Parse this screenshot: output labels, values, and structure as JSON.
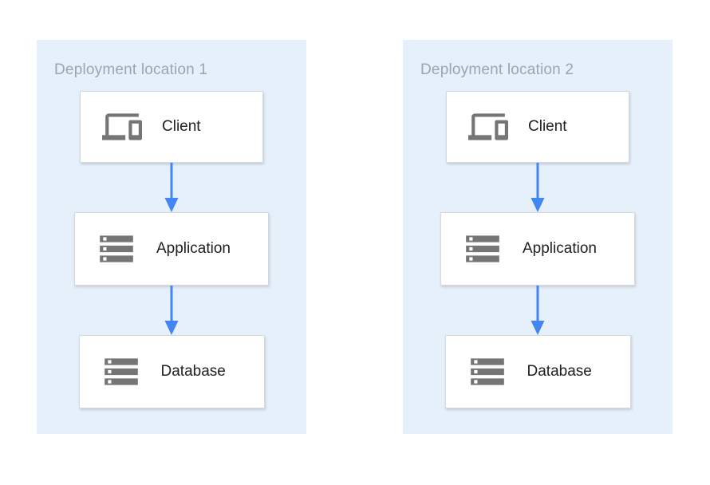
{
  "diagram": {
    "type": "architecture-flow",
    "colors": {
      "panel_background": "#E6F0FA",
      "arrow": "#4285F4",
      "icon_gray": "#757575",
      "panel_title_text": "#9AA5B1",
      "node_label_text": "#212121",
      "node_border": "#D6D9DC"
    },
    "panels": [
      {
        "title": "Deployment location 1",
        "nodes": [
          {
            "label": "Client",
            "icon": "devices-icon"
          },
          {
            "label": "Application",
            "icon": "server-stack-icon"
          },
          {
            "label": "Database",
            "icon": "server-stack-icon"
          }
        ],
        "edges": [
          [
            "Client",
            "Application"
          ],
          [
            "Application",
            "Database"
          ]
        ]
      },
      {
        "title": "Deployment location 2",
        "nodes": [
          {
            "label": "Client",
            "icon": "devices-icon"
          },
          {
            "label": "Application",
            "icon": "server-stack-icon"
          },
          {
            "label": "Database",
            "icon": "server-stack-icon"
          }
        ],
        "edges": [
          [
            "Client",
            "Application"
          ],
          [
            "Application",
            "Database"
          ]
        ]
      }
    ]
  }
}
